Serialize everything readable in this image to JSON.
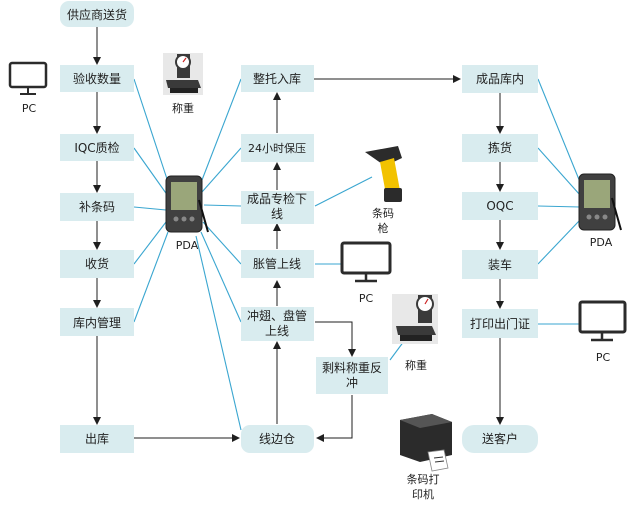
{
  "colors": {
    "box_fill": "#d9ecef",
    "box_text": "#222222",
    "arrow": "#1f1f1f",
    "link": "#3aa6d0",
    "device_dark": "#2b2b2b",
    "pda_body": "#404040",
    "pda_screen": "#9aa67a",
    "scanner_yellow": "#f2c200"
  },
  "nodes": {
    "supplier": "供应商送货",
    "receive_qty": "验收数量",
    "iqc": "IQC质检",
    "barcode_fix": "补条码",
    "receipt": "收货",
    "warehouse_mgmt": "库内管理",
    "outbound": "出库",
    "pallet_in": "整托入库",
    "hold24": "24小时保压",
    "fg_inspect": "成品专检下线",
    "pipe_line": "胀管上线",
    "punch_line": "冲翅、盘管上线",
    "weigh_return": "剩料称重反冲",
    "line_store": "线边仓",
    "fg_warehouse": "成品库内",
    "picking": "拣货",
    "oqc": "OQC",
    "loading": "装车",
    "print_pass": "打印出门证",
    "deliver": "送客户"
  },
  "devices": {
    "pc_left": "PC",
    "scale_top": "称重",
    "pda_left": "PDA",
    "scanner": "条码枪",
    "pc_mid": "PC",
    "scale_mid": "称重",
    "printer": "条码打印机",
    "pda_right": "PDA",
    "pc_right": "PC"
  }
}
